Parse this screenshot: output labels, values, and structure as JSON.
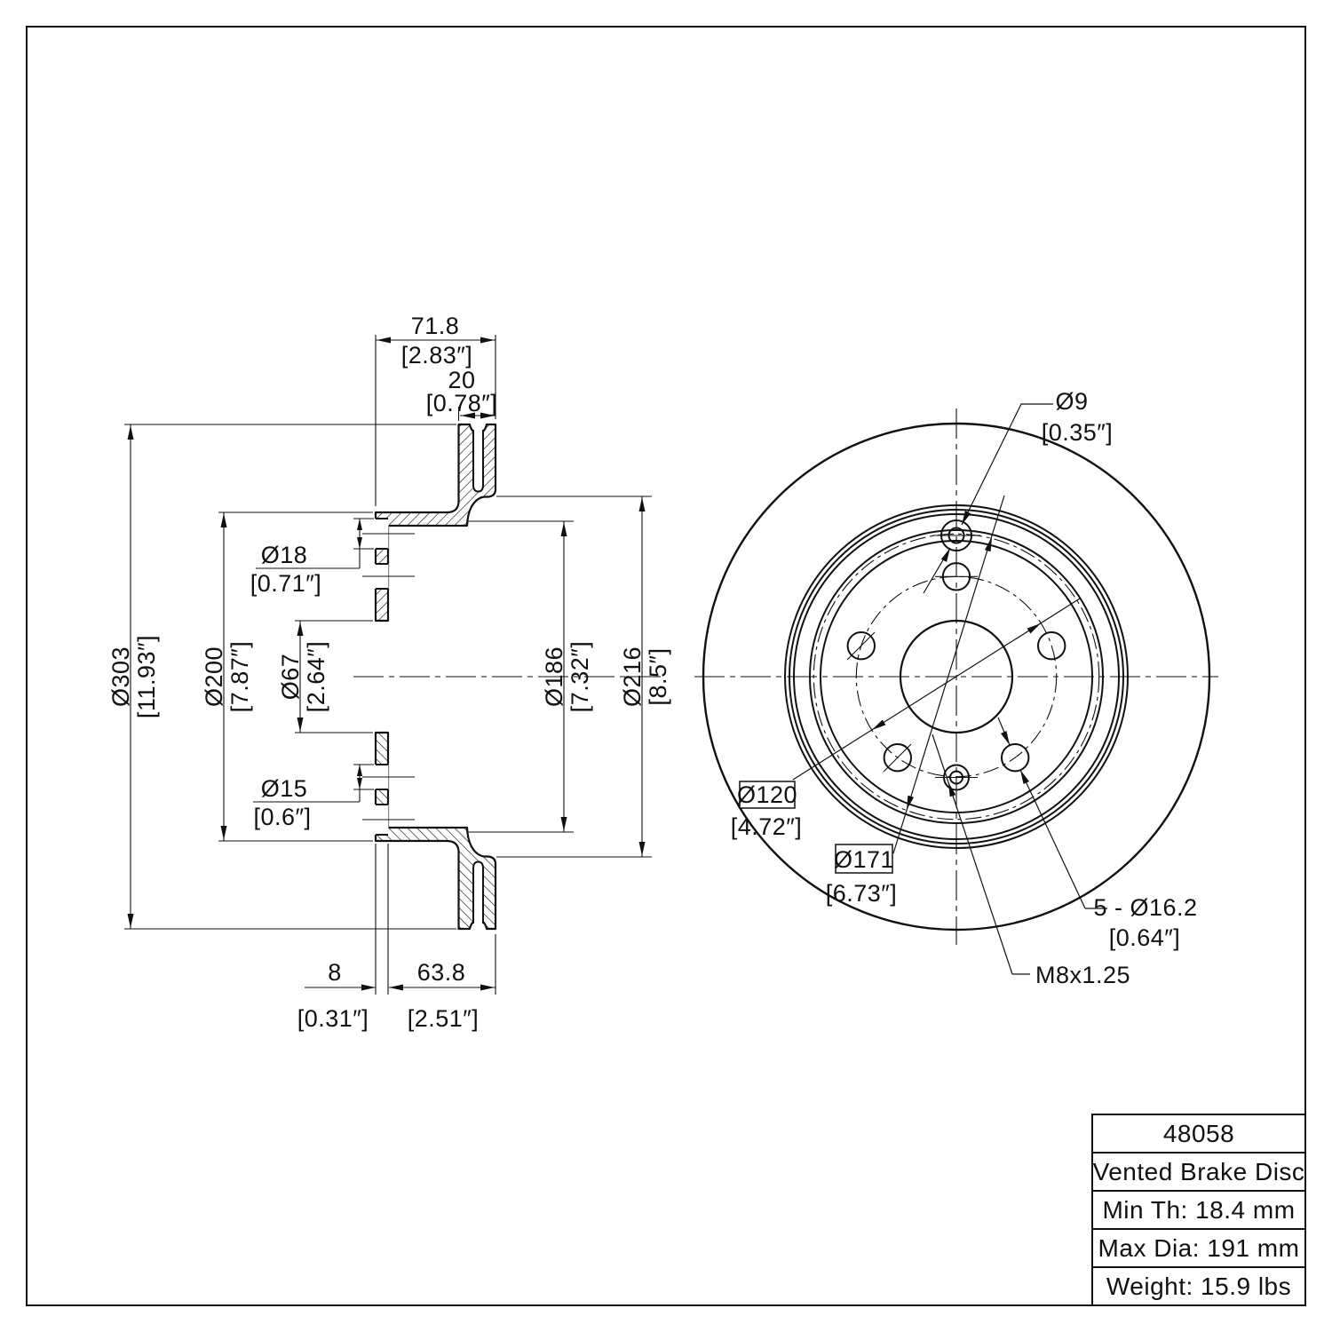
{
  "drawing": {
    "type": "technical-drawing",
    "views": [
      "section-view",
      "front-view"
    ],
    "line_color": "#111111",
    "background": "#ffffff"
  },
  "section_dims": {
    "overall_width_mm": "71.8",
    "overall_width_in": "[2.83″]",
    "disc_thickness_mm": "20",
    "disc_thickness_in": "[0.78″]",
    "outer_dia_mm": "Ø303",
    "outer_dia_in": "[11.93″]",
    "hat_dia_mm": "Ø200",
    "hat_dia_in": "[7.87″]",
    "bore_dia_mm": "Ø67",
    "bore_dia_in": "[2.64″]",
    "hole18_mm": "Ø18",
    "hole18_in": "[0.71″]",
    "hole15_mm": "Ø15",
    "hole15_in": "[0.6″]",
    "inner_dia186_mm": "Ø186",
    "inner_dia186_in": "[7.32″]",
    "inner_dia216_mm": "Ø216",
    "inner_dia216_in": "[8.5″]",
    "face_thickness_mm": "8",
    "face_thickness_in": "[0.31″]",
    "hat_depth_mm": "63.8",
    "hat_depth_in": "[2.51″]"
  },
  "front_dims": {
    "pilot_hole_mm": "Ø9",
    "pilot_hole_in": "[0.35″]",
    "bolt_circle_mm": "Ø120",
    "bolt_circle_in": "[4.72″]",
    "pilot_circle_mm": "Ø171",
    "pilot_circle_in": "[6.73″]",
    "lug_holes_mm": "5 - Ø16.2",
    "lug_holes_in": "[0.64″]",
    "thread_spec": "M8x1.25"
  },
  "title_block": {
    "part_number": "48058",
    "product_name": "Vented Brake Disc",
    "min_thickness": "Min Th: 18.4 mm",
    "max_diameter": "Max Dia: 191 mm",
    "weight": "Weight: 15.9 lbs"
  }
}
